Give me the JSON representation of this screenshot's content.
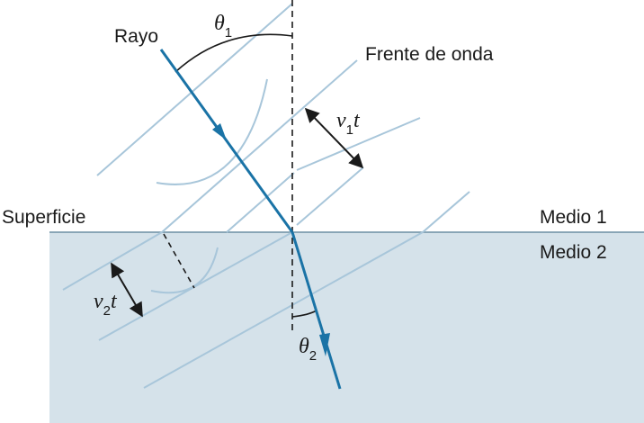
{
  "labels": {
    "ray": "Rayo",
    "wavefront": "Frente de onda",
    "surface": "Superficie",
    "medium1": "Medio 1",
    "medium2": "Medio 2"
  },
  "symbols": {
    "theta1": {
      "base": "θ",
      "sub": "1"
    },
    "theta2": {
      "base": "θ",
      "sub": "2"
    },
    "v1t": {
      "base": "v",
      "sub": "1",
      "tail": "t"
    },
    "v2t": {
      "base": "v",
      "sub": "2",
      "tail": "t"
    }
  },
  "colors": {
    "medium2_fill": "#d5e2ea",
    "ray": "#1a73a6",
    "wavefront": "#a8c6da",
    "surface_line": "#6c8fa3",
    "ink": "#1a1a1a"
  }
}
